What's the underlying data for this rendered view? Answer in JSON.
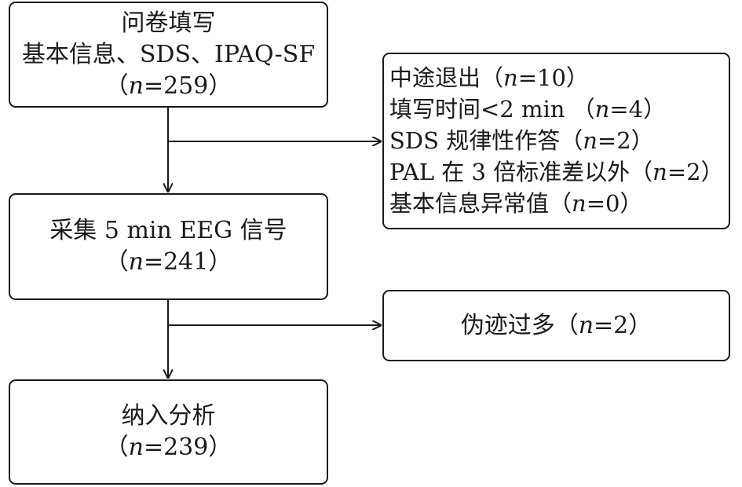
{
  "steps": {
    "s1": {
      "l1": "问卷填写",
      "l2": "基本信息、SDS、IPAQ-SF",
      "n_pre": "（",
      "n_var": "n",
      "n_post": "=259）"
    },
    "s2": {
      "l1": "采集 5 min EEG 信号",
      "n_pre": "（",
      "n_var": "n",
      "n_post": "=241）"
    },
    "s3": {
      "l1": "纳入分析",
      "n_pre": "（",
      "n_var": "n",
      "n_post": "=239）"
    }
  },
  "exclusions": {
    "e1": [
      {
        "pre": "中途退出（",
        "var": "n",
        "post": "=10）"
      },
      {
        "pre": "填写时间<2 min （",
        "var": "n",
        "post": "=4）"
      },
      {
        "pre": "SDS 规律性作答（",
        "var": "n",
        "post": "=2）"
      },
      {
        "pre": "PAL 在 3 倍标准差以外（",
        "var": "n",
        "post": "=2）"
      },
      {
        "pre": "基本信息异常值（",
        "var": "n",
        "post": "=0）"
      }
    ],
    "e2": {
      "pre": "伪迹过多（",
      "var": "n",
      "post": "=2）"
    }
  }
}
